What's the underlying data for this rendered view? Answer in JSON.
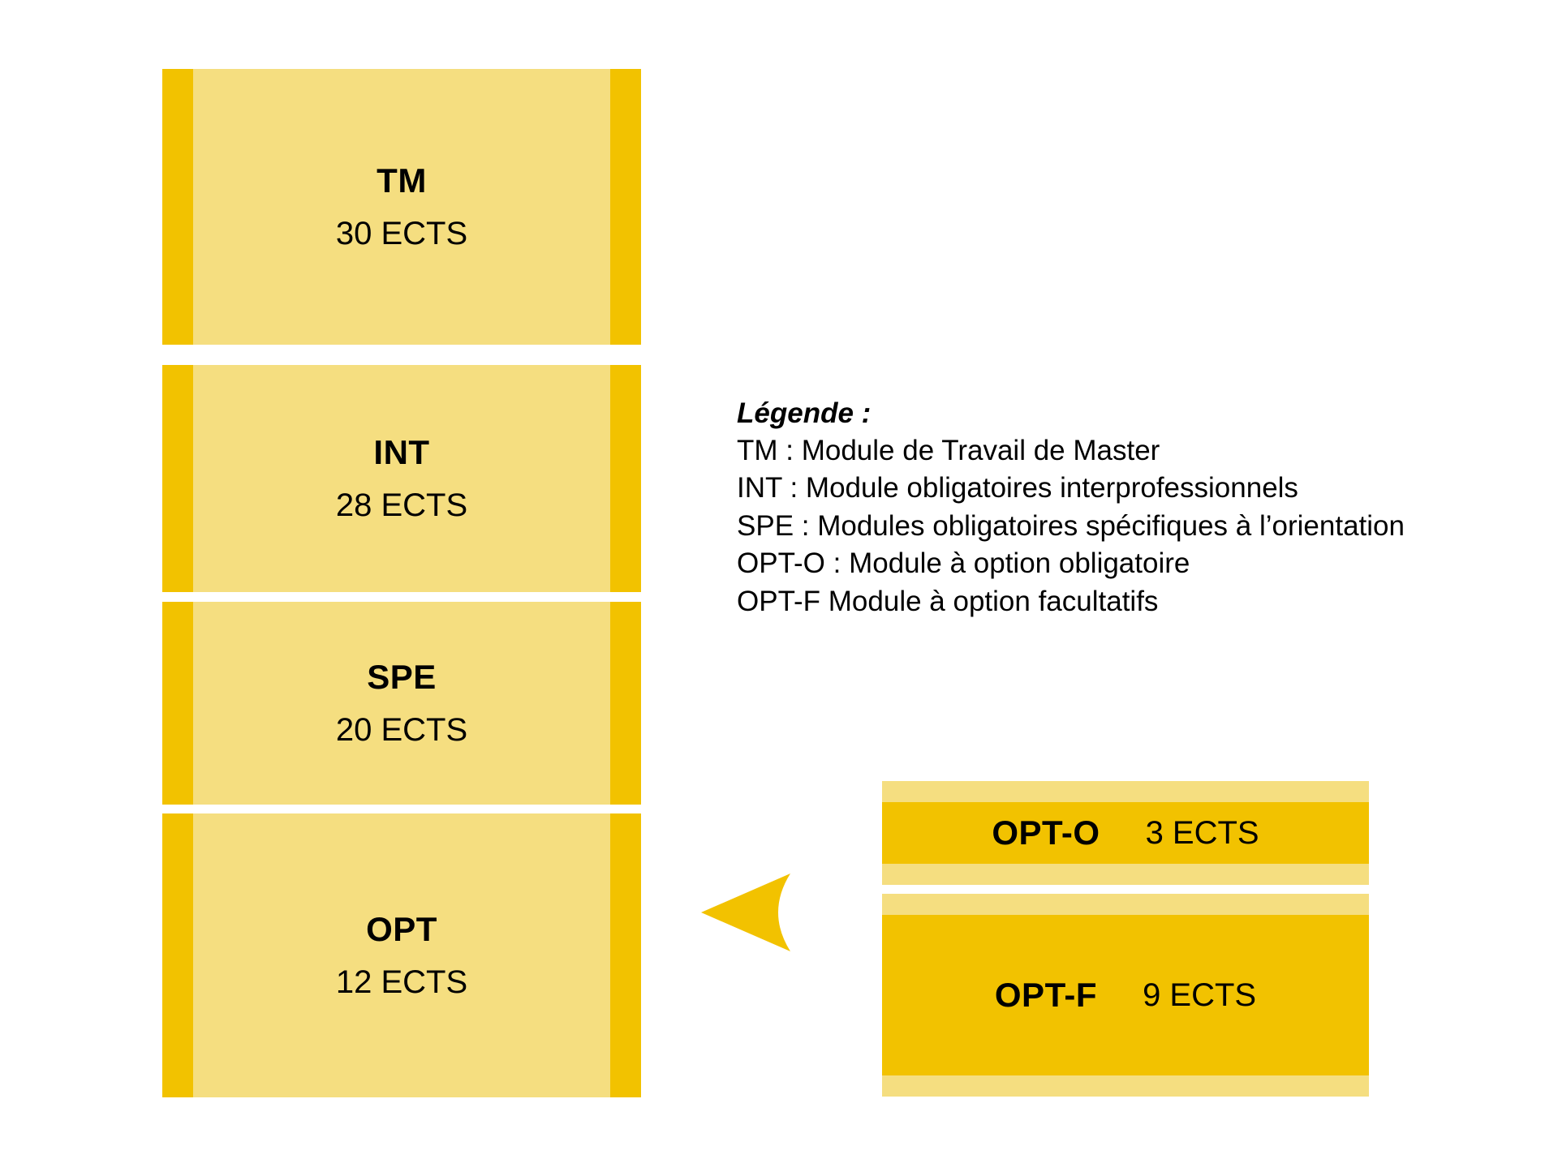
{
  "modules": [
    {
      "code": "TM",
      "ects": "30 ECTS"
    },
    {
      "code": "INT",
      "ects": "28 ECTS"
    },
    {
      "code": "SPE",
      "ects": "20 ECTS"
    },
    {
      "code": "OPT",
      "ects": "12 ECTS"
    }
  ],
  "options": [
    {
      "code": "OPT-O",
      "ects": "3 ECTS"
    },
    {
      "code": "OPT-F",
      "ects": "9 ECTS"
    }
  ],
  "legend": {
    "title": "Légende :",
    "lines": [
      "TM : Module de Travail de Master",
      "INT : Module obligatoires interprofessionnels",
      "SPE : Modules obligatoires spécifiques à l’orientation",
      "OPT-O : Module à option obligatoire",
      "OPT-F Module à option facultatifs"
    ]
  },
  "colors": {
    "light_yellow": "#f5de80",
    "gold": "#f2c200",
    "text": "#000000",
    "background": "#ffffff"
  },
  "icons": {
    "arrow": "left-arrow-icon"
  }
}
